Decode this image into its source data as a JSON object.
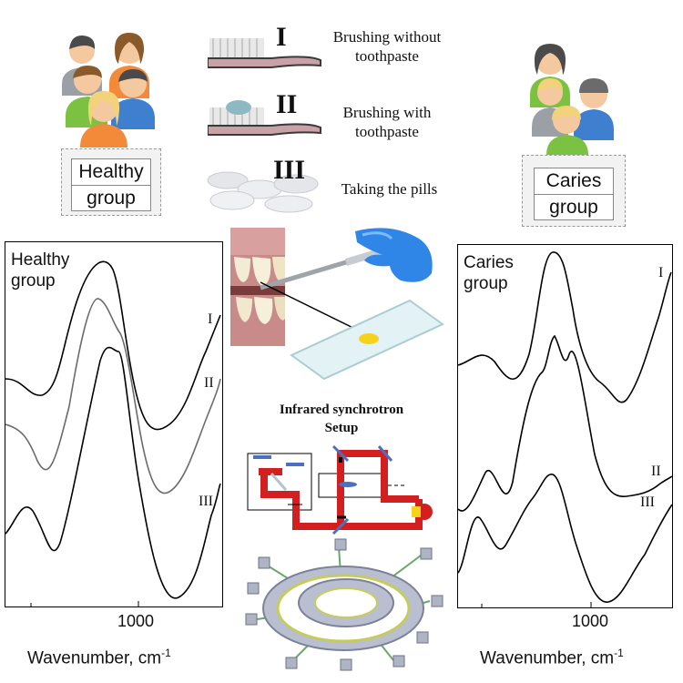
{
  "healthy_group": {
    "label_line1": "Healthy",
    "label_line2": "group"
  },
  "caries_group": {
    "label_line1": "Caries",
    "label_line2": "group"
  },
  "steps": [
    {
      "numeral": "I",
      "label_line1": "Brushing without",
      "label_line2": "toothpaste"
    },
    {
      "numeral": "II",
      "label_line1": "Brushing with",
      "label_line2": "toothpaste"
    },
    {
      "numeral": "III",
      "label_line1": "Taking the pills",
      "label_line2": ""
    }
  ],
  "setup": {
    "title_line1": "Infrared synchrotron",
    "title_line2": "Setup"
  },
  "left_panel": {
    "title_line1": "Healthy",
    "title_line2": "group",
    "curve_labels": [
      "I",
      "II",
      "III"
    ],
    "tick_label": "1000",
    "xlabel": "Wavenumber, cm",
    "xlabel_sup": "-1"
  },
  "right_panel": {
    "title_line1": "Caries",
    "title_line2": "group",
    "curve_labels": [
      "I",
      "II",
      "III"
    ],
    "tick_label": "1000",
    "xlabel": "Wavenumber, cm",
    "xlabel_sup": "-1"
  },
  "colors": {
    "skin": "#f5c9a0",
    "hair_dark": "#4a4a4a",
    "hair_brown": "#8a5a2b",
    "shirt_green": "#7cc242",
    "shirt_blue": "#3f7fcf",
    "shirt_orange": "#f28a3a",
    "shirt_gray": "#9aa0a6",
    "glove_blue": "#2f86e6",
    "laser_red": "#d21f1f",
    "sample_yellow": "#f6d21c",
    "spectrum_gray": "#6b6b6b"
  }
}
